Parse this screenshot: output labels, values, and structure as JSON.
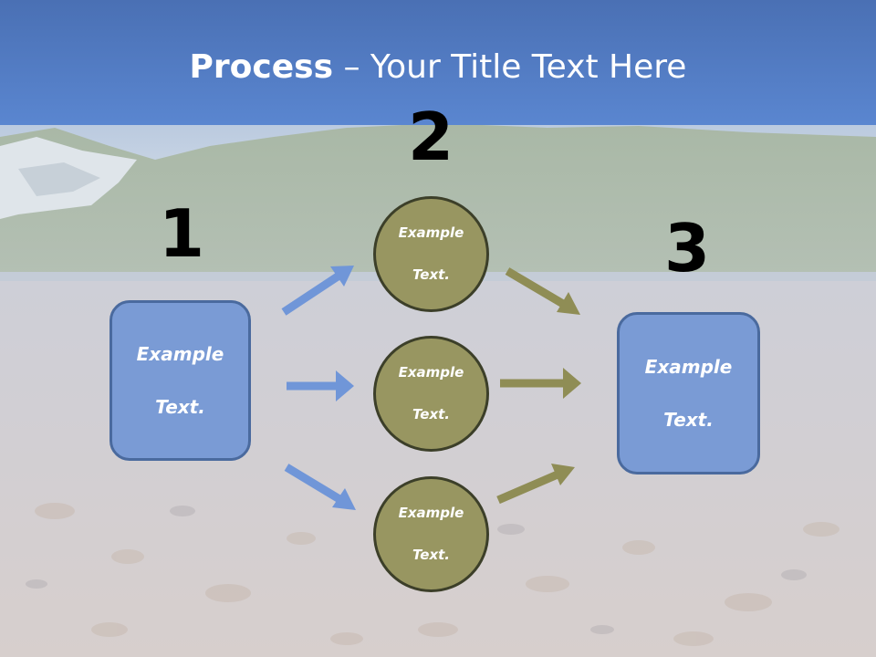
{
  "colors": {
    "header": "#5a86d0",
    "box_fill": "#7a9bd5",
    "box_border": "#4a6a9e",
    "circle_fill": "#989661",
    "circle_border": "#3c3f29",
    "arrow_blue": "#7096d8",
    "arrow_olive": "#8f8d55"
  },
  "title": {
    "bold": "Process",
    "rest": " – Your Title Text Here"
  },
  "steps": {
    "one": "1",
    "two": "2",
    "three": "3"
  },
  "boxes": {
    "left": {
      "line1": "Example",
      "line2": "Text."
    },
    "right": {
      "line1": "Example",
      "line2": "Text."
    }
  },
  "circles": [
    {
      "line1": "Example",
      "line2": "Text."
    },
    {
      "line1": "Example",
      "line2": "Text."
    },
    {
      "line1": "Example",
      "line2": "Text."
    }
  ]
}
